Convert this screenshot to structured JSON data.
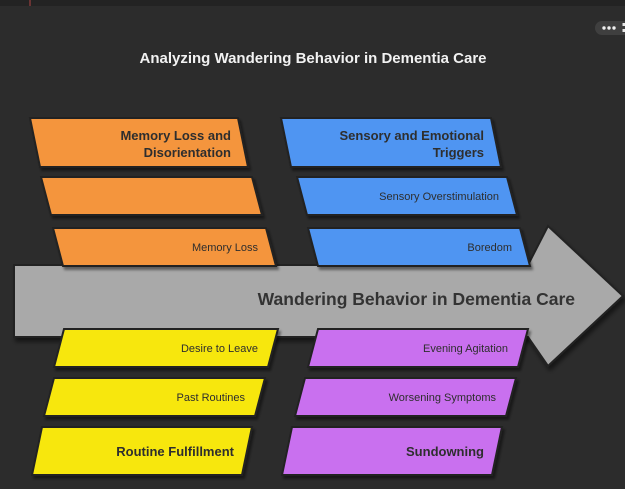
{
  "title": "Analyzing Wandering Behavior in Dementia Care",
  "toolbar": {
    "more_options_icon": "more-options (three dots)"
  },
  "colors": {
    "background": "#2C2C2C",
    "orange": "#F4953C",
    "blue": "#5095F2",
    "yellow": "#F7E70E",
    "purple": "#C96FEF",
    "arrow_gray": "#A9A9A9",
    "outline": "#242424"
  },
  "arrow": {
    "label": "Wandering Behavior in Dementia Care"
  },
  "branches": {
    "top_left": {
      "header_lines": [
        "Memory Loss and",
        "Disorientation"
      ],
      "items": [
        "",
        "Memory Loss"
      ]
    },
    "top_right": {
      "header_lines": [
        "Sensory and Emotional",
        "Triggers"
      ],
      "items": [
        "Sensory Overstimulation",
        "Boredom"
      ]
    },
    "bottom_left": {
      "header": "Routine Fulfillment",
      "items": [
        "Desire to Leave",
        "Past Routines"
      ]
    },
    "bottom_right": {
      "header": "Sundowning",
      "items": [
        "Evening Agitation",
        "Worsening Symptoms"
      ]
    }
  }
}
